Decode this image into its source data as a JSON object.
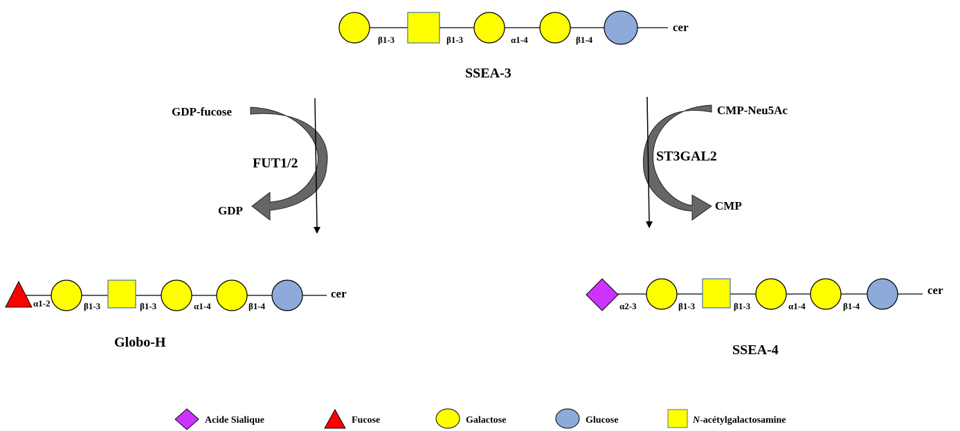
{
  "colors": {
    "galactose": "#ffff00",
    "glucose": "#8eaadb",
    "galnac": "#ffff00",
    "fucose": "#ff0000",
    "sialic": "#cc33ff",
    "arrow": "#666666"
  },
  "ssea3": {
    "name": "SSEA-3",
    "links": [
      "β1-3",
      "β1-3",
      "α1-4",
      "β1-4"
    ],
    "aglycone": "cer"
  },
  "globoh": {
    "name": "Globo-H",
    "links": [
      "α1-2",
      "β1-3",
      "β1-3",
      "α1-4",
      "β1-4"
    ],
    "aglycone": "cer"
  },
  "ssea4": {
    "name": "SSEA-4",
    "links": [
      "α2-3",
      "β1-3",
      "β1-3",
      "α1-4",
      "β1-4"
    ],
    "aglycone": "cer"
  },
  "left_reaction": {
    "donor": "GDP-fucose",
    "enzyme": "FUT1/2",
    "product": "GDP"
  },
  "right_reaction": {
    "donor": "CMP-Neu5Ac",
    "enzyme": "ST3GAL2",
    "product": "CMP"
  },
  "legend": {
    "sialic": "Acide Sialique",
    "fucose": "Fucose",
    "galactose": "Galactose",
    "glucose": "Glucose",
    "galnac_prefix": "N",
    "galnac_suffix": "-acétylgalactosamine"
  }
}
